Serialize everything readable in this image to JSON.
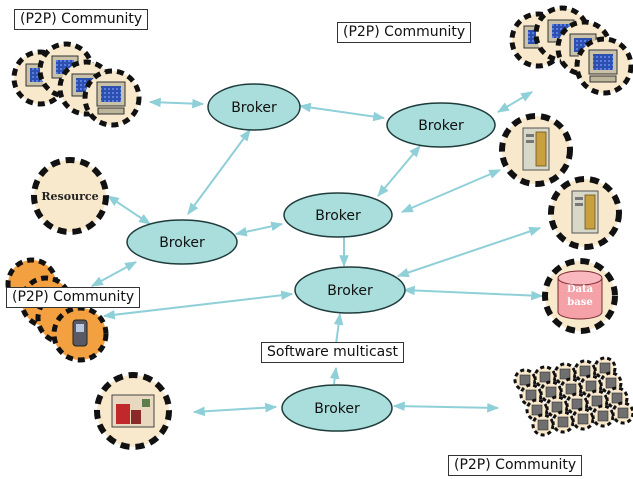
{
  "brokers": [
    {
      "id": "b-top-left",
      "label": "Broker"
    },
    {
      "id": "b-top-right",
      "label": "Broker"
    },
    {
      "id": "b-center",
      "label": "Broker"
    },
    {
      "id": "b-left",
      "label": "Broker"
    },
    {
      "id": "b-mid",
      "label": "Broker"
    },
    {
      "id": "b-bottom",
      "label": "Broker"
    }
  ],
  "labels": {
    "community_top_left": "(P2P) Community",
    "community_top_right": "(P2P) Community",
    "community_left": "(P2P) Community",
    "community_bottom_right": "(P2P) Community",
    "software_multicast": "Software multicast"
  },
  "nodes": {
    "resource": "Resource",
    "database_line1": "Data",
    "database_line2": "base"
  },
  "colors": {
    "broker_fill": "#a9dedd",
    "broker_stroke": "#1f3b3b",
    "arrow": "#8fd0d8",
    "node_fill": "#f8e8cc",
    "node_ring": "#111111",
    "database_fill": "#f4a2a8"
  }
}
